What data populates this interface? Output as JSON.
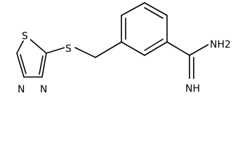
{
  "molecule": {
    "atoms": {
      "sulfur_ring": "S",
      "sulfur_thioether": "S",
      "nitrogen_ring_a": "N",
      "nitrogen_ring_b": "N",
      "amine": "NH2",
      "imine": "NH"
    }
  }
}
